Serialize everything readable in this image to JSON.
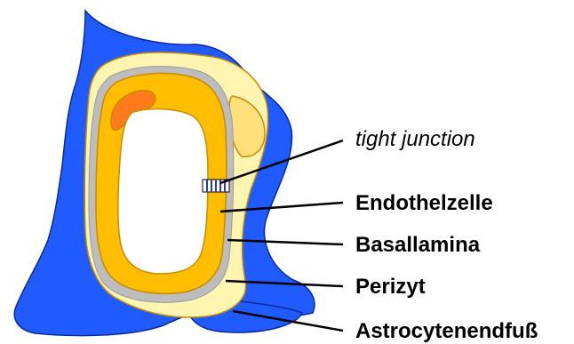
{
  "labels": {
    "tight_junction": "tight junction",
    "endothelzelle": "Endothelzelle",
    "basallamina": "Basallamina",
    "perizyt": "Perizyt",
    "astrocytenendfuss": "Astrocytenendfuß"
  },
  "colors": {
    "astrocyte": "#1f5bff",
    "astrocyte_outline": "#0a2a9a",
    "basal_lamina": "#bdbdbd",
    "endothelium": "#ffbf00",
    "endothelium_outline": "#c98a00",
    "pericyte": "#fff4b0",
    "pericyte_accent": "#ffe07a",
    "nucleus": "#ff7a1a",
    "lumen": "#ffffff",
    "leader_line": "#000000"
  }
}
